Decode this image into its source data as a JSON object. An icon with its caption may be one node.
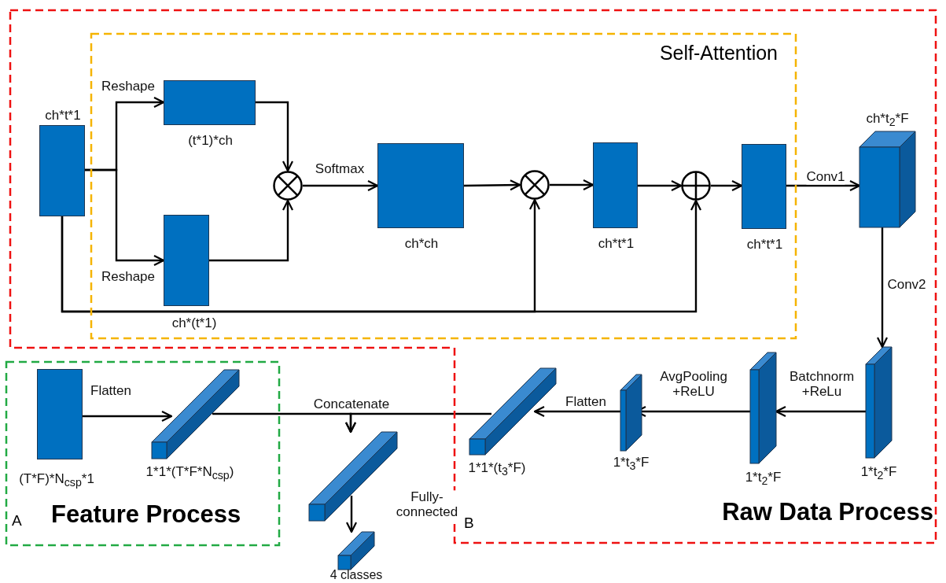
{
  "diagram": {
    "nodes": [
      {
        "text": [
          "B",
          "Raw Data Process"
        ]
      },
      {
        "text": [
          "ch*t*1"
        ],
        "in": 0
      },
      {
        "text": [
          "Self-Attention"
        ],
        "in": 0
      },
      {
        "text": [
          "(t*1)*ch"
        ],
        "in": 2
      },
      {
        "text": [
          "ch*(t*1)"
        ],
        "in": 2
      },
      {
        "text": [],
        "shape": "circle",
        "in": 2
      },
      {
        "text": [
          "ch*ch"
        ],
        "in": 2
      },
      {
        "text": [],
        "shape": "circle",
        "in": 2
      },
      {
        "text": [
          "ch*t*1"
        ],
        "in": 2
      },
      {
        "text": [],
        "shape": "circle",
        "in": 2
      },
      {
        "text": [
          "ch*t*1"
        ],
        "in": 2
      },
      {
        "text": [
          "ch*t$_{2}$*F"
        ],
        "in": 0
      },
      {
        "text": [
          "1*t$_{2}$*F"
        ],
        "in": 0
      },
      {
        "text": [
          "1*t$_{2}$*F"
        ],
        "in": 0
      },
      {
        "text": [
          "1*t$_{3}$*F"
        ],
        "in": 0
      },
      {
        "text": [
          "1*1*(t$_{3}$*F)"
        ],
        "in": 0
      },
      {
        "text": [
          "A",
          "Feature Process"
        ]
      },
      {
        "text": [
          "(T*F)*N$_{csp}$*1"
        ],
        "in": 16
      },
      {
        "text": [
          "1*1*(T*F*N$_{csp}$)"
        ],
        "in": 16
      },
      {
        "text": [],
        "shape": "bar"
      },
      {
        "text": [
          "4 classes"
        ]
      }
    ],
    "edges": [
      {
        "from": 1,
        "to": 3,
        "arrow": "to",
        "label": "Reshape"
      },
      {
        "from": 1,
        "to": 4,
        "arrow": "to",
        "label": "Reshape"
      },
      {
        "from": 3,
        "to": 5,
        "arrow": "to"
      },
      {
        "from": 4,
        "to": 5,
        "arrow": "to"
      },
      {
        "from": 5,
        "to": 6,
        "arrow": "to",
        "label": "Softmax"
      },
      {
        "from": 6,
        "to": 7,
        "arrow": "to"
      },
      {
        "from": 7,
        "to": 8,
        "arrow": "to"
      },
      {
        "from": 8,
        "to": 9,
        "arrow": "to"
      },
      {
        "from": 9,
        "to": 10,
        "arrow": "to"
      },
      {
        "from": 1,
        "to": 7,
        "arrow": "to"
      },
      {
        "from": 1,
        "to": 9,
        "arrow": "to"
      },
      {
        "from": 10,
        "to": 11,
        "arrow": "to",
        "label": "Conv1"
      },
      {
        "from": 11,
        "to": 12,
        "arrow": "to",
        "label": "Conv2"
      },
      {
        "from": 12,
        "to": 13,
        "arrow": "to",
        "label": "Batchnorm +ReLu"
      },
      {
        "from": 13,
        "to": 14,
        "arrow": "to",
        "label": "AvgPooling +ReLU"
      },
      {
        "from": 14,
        "to": 15,
        "arrow": "to",
        "label": "Flatten"
      },
      {
        "from": 17,
        "to": 18,
        "arrow": "to",
        "label": "Flatten"
      },
      {
        "from": 18,
        "to": 19,
        "arrow": "to",
        "label": "Concatenate"
      },
      {
        "from": 15,
        "to": 19,
        "arrow": "to"
      },
      {
        "from": 19,
        "to": 20,
        "arrow": "to",
        "label": "Fully-connected"
      }
    ]
  }
}
